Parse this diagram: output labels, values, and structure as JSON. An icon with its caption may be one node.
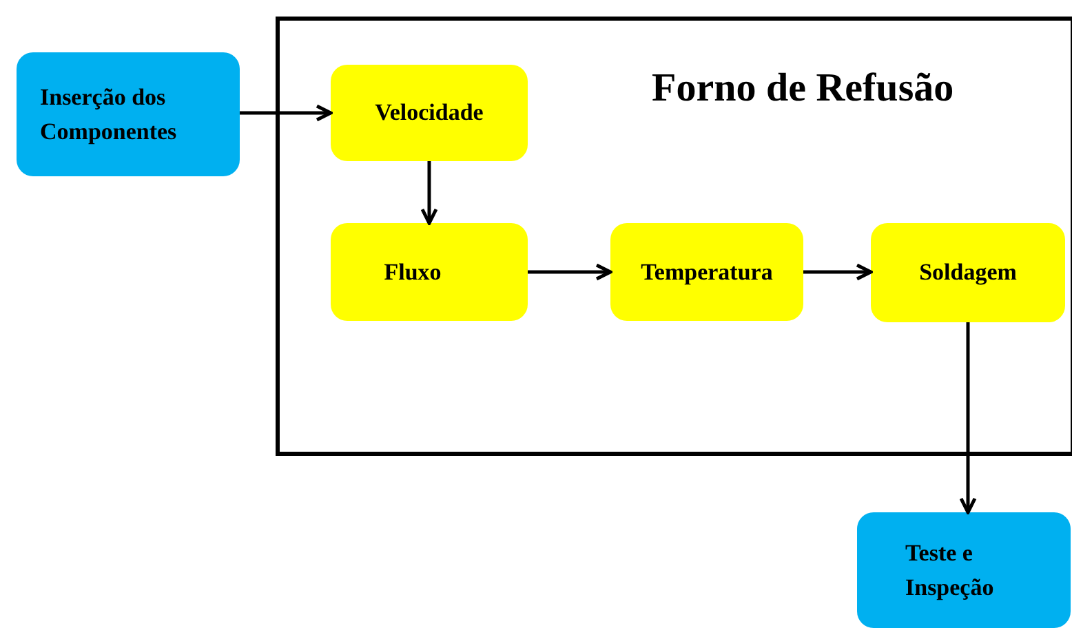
{
  "diagram": {
    "nodes": [
      {
        "text": [
          "Forno de Refusão"
        ]
      },
      {
        "text": [
          "Inserção dos Componentes"
        ]
      },
      {
        "text": [
          "Velocidade"
        ],
        "in": 0
      },
      {
        "text": [
          "Fluxo"
        ],
        "in": 0
      },
      {
        "text": [
          "Temperatura"
        ],
        "in": 0
      },
      {
        "text": [
          "Soldagem"
        ],
        "in": 0
      },
      {
        "text": [
          "Teste e Inspeção"
        ]
      }
    ],
    "edges": [
      {
        "from": 1,
        "to": 2,
        "arrow": "to"
      },
      {
        "from": 2,
        "to": 3,
        "arrow": "to"
      },
      {
        "from": 3,
        "to": 4,
        "arrow": "to"
      },
      {
        "from": 4,
        "to": 5,
        "arrow": "to"
      },
      {
        "from": 5,
        "to": 6,
        "arrow": "to"
      }
    ]
  }
}
